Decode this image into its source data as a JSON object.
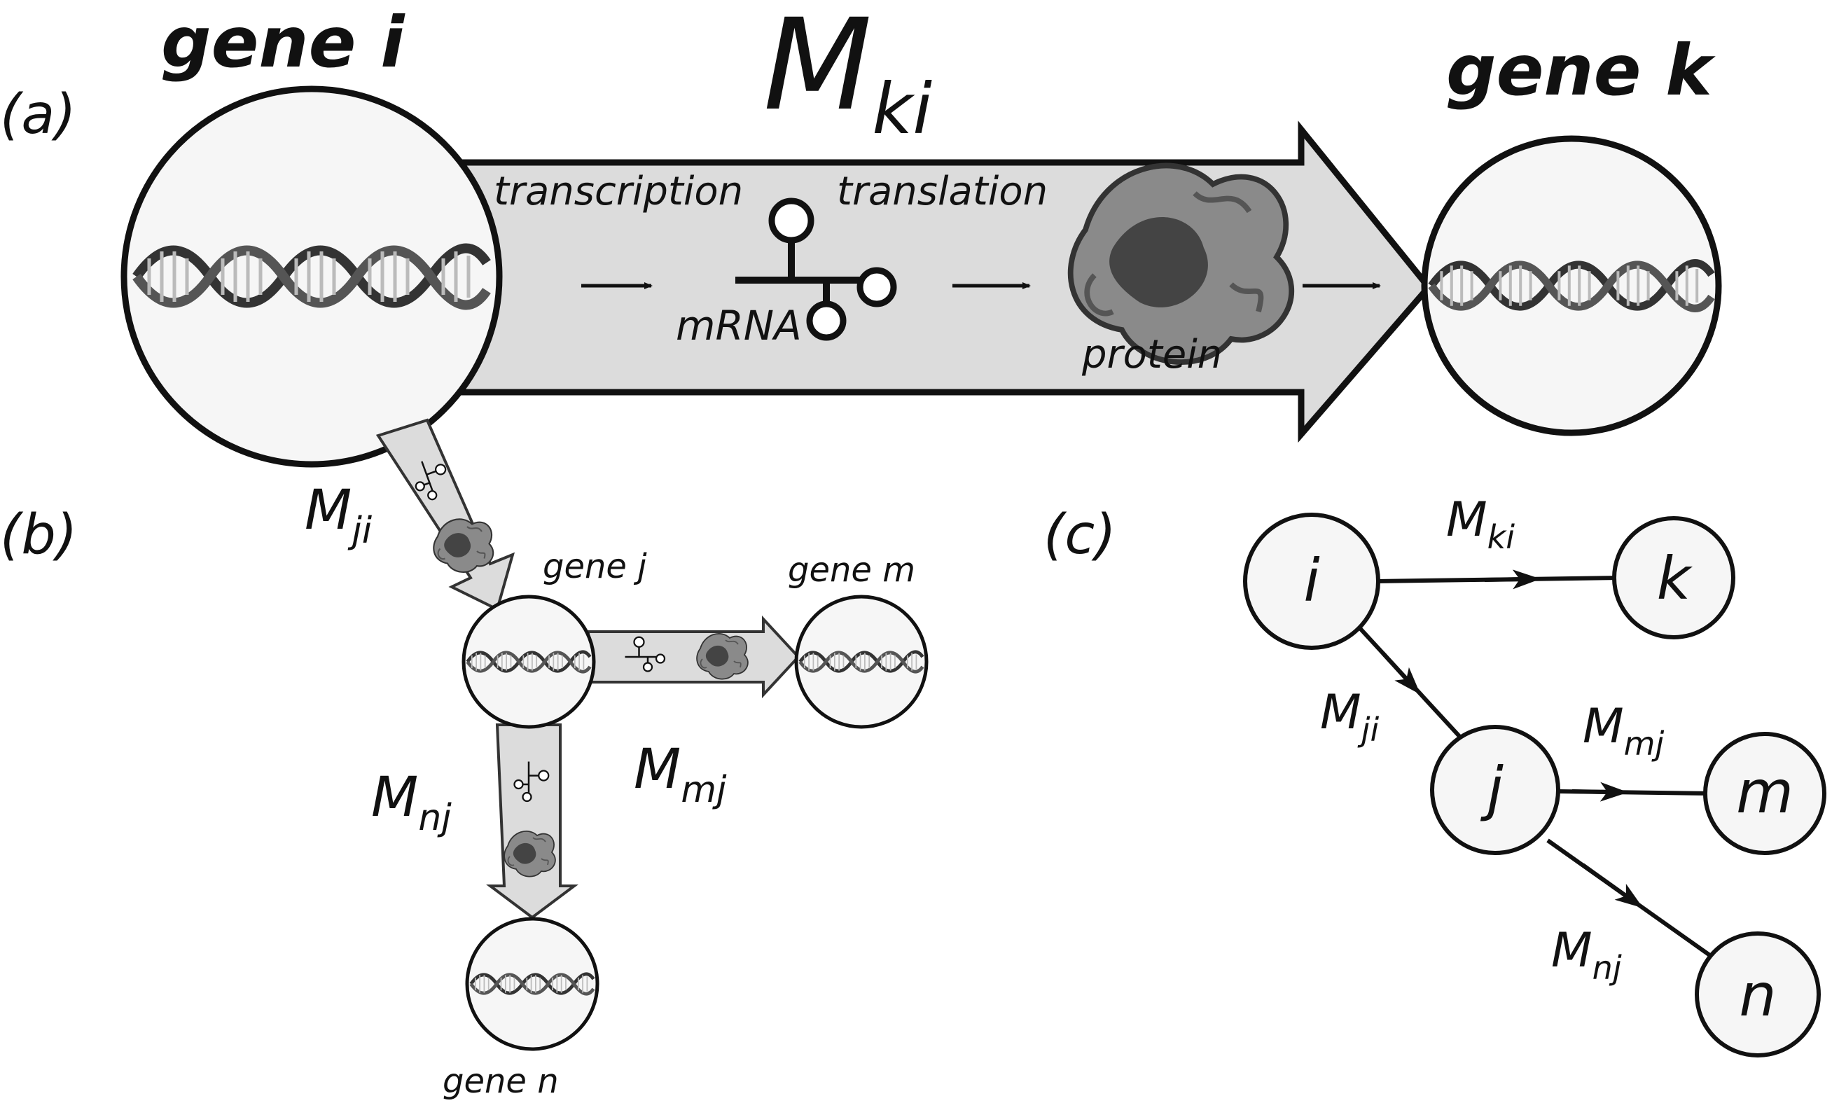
{
  "panel_a": {
    "label": "(a)",
    "gene_source": "gene i",
    "gene_target": "gene k",
    "matrix_base": "M",
    "matrix_sub": "ki",
    "step_transcription": "transcription",
    "step_translation": "translation",
    "mrna": "mRNA",
    "protein": "protein"
  },
  "panel_b": {
    "label": "(b)",
    "gene_j": "gene j",
    "gene_m": "gene m",
    "gene_n": "gene n",
    "edge_ji": {
      "base": "M",
      "sub": "ji"
    },
    "edge_mj": {
      "base": "M",
      "sub": "mj"
    },
    "edge_nj": {
      "base": "M",
      "sub": "nj"
    }
  },
  "panel_c": {
    "label": "(c)",
    "nodes": {
      "i": "i",
      "k": "k",
      "j": "j",
      "m": "m",
      "n": "n"
    },
    "edge_ki": {
      "base": "M",
      "sub": "ki"
    },
    "edge_ji": {
      "base": "M",
      "sub": "ji"
    },
    "edge_mj": {
      "base": "M",
      "sub": "mj"
    },
    "edge_nj": {
      "base": "M",
      "sub": "nj"
    }
  },
  "colors": {
    "arrow_fill": "#dcdcdc",
    "node_fill": "#f6f6f6",
    "stroke": "#111111",
    "dna": "#444444"
  }
}
